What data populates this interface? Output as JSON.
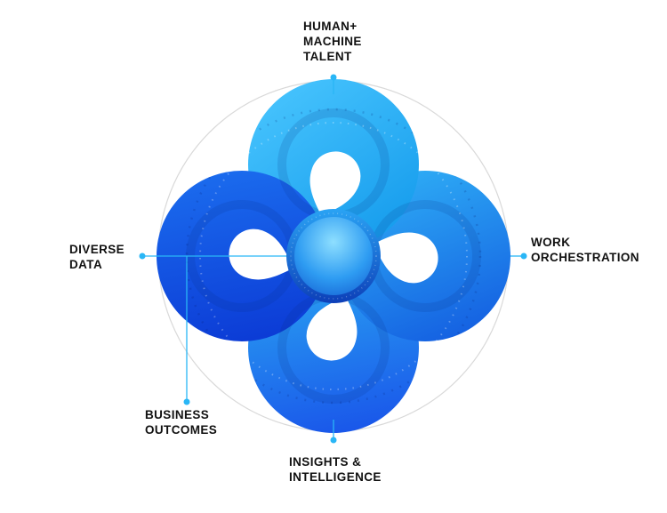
{
  "labels": {
    "top": {
      "lines": [
        "HUMAN+",
        "MACHINE",
        "TALENT"
      ]
    },
    "right": {
      "lines": [
        "WORK",
        "ORCHESTRATION"
      ]
    },
    "left": {
      "lines": [
        "DIVERSE",
        "DATA"
      ]
    },
    "bottom": {
      "lines": [
        "INSIGHTS &",
        "INTELLIGENCE"
      ]
    },
    "bottom_left": {
      "lines": [
        "BUSINESS",
        "OUTCOMES"
      ]
    }
  },
  "colors": {
    "accent_cyan": "#29b6f6",
    "petal_top": "#2fb5f7",
    "petal_right": "#1e8bf0",
    "petal_bottom": "#1e7bee",
    "petal_left": "#0f4ade",
    "outline_gray": "#d9d9d9",
    "text": "#111111"
  }
}
